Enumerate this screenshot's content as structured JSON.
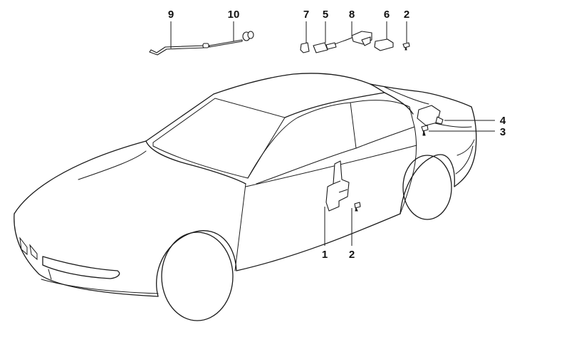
{
  "callouts": {
    "part_9": "9",
    "part_10": "10",
    "part_7": "7",
    "part_5": "5",
    "part_8": "8",
    "part_6": "6",
    "part_2_top": "2",
    "part_4": "4",
    "part_3": "3",
    "part_1": "1",
    "part_2_door": "2"
  }
}
